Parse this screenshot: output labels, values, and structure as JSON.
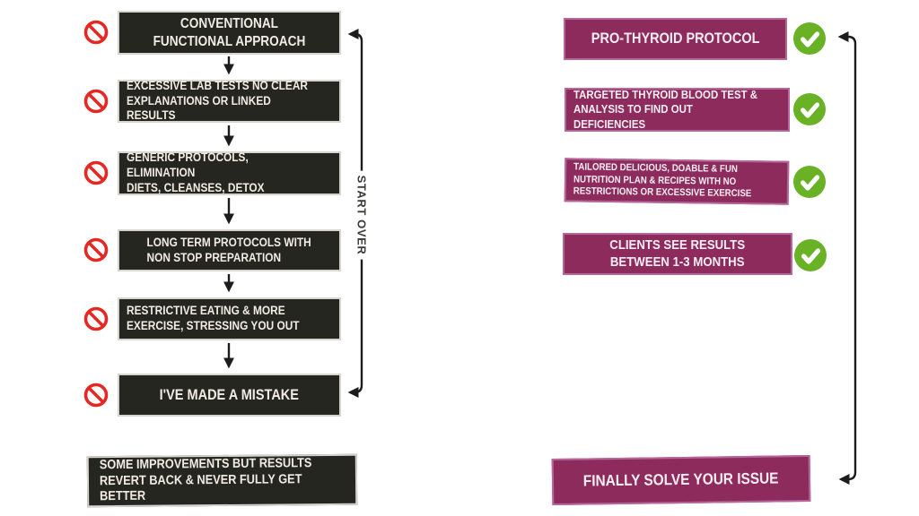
{
  "colors": {
    "dark_box": "#262621",
    "dark_box_border": "#d6d4cd",
    "dark_text": "#f0ece4",
    "purple_box": "#8e2b5d",
    "purple_box_border": "#b5679a",
    "purple_text": "#f6eef3",
    "check_green": "#69b226",
    "prohibit_red": "#e42823",
    "arrow": "#1c1c1c",
    "loop_label_color": "#3a3a38"
  },
  "icons": {
    "left_step_marker": "prohibition-icon",
    "right_step_marker": "check-circle-icon"
  },
  "left": {
    "loop_label": "START OVER",
    "steps": [
      {
        "text": "CONVENTIONAL\nFUNCTIONAL APPROACH"
      },
      {
        "text": "EXCESSIVE LAB TESTS NO CLEAR\nEXPLANATIONS OR LINKED RESULTS"
      },
      {
        "text": "GENERIC PROTOCOLS, ELIMINATION\nDIETS, CLEANSES, DETOX"
      },
      {
        "text": "LONG TERM PROTOCOLS WITH\nNON STOP PREPARATION"
      },
      {
        "text": "RESTRICTIVE EATING & MORE\nEXERCISE, STRESSING YOU OUT"
      },
      {
        "text": "I'VE MADE A MISTAKE"
      }
    ],
    "outcome": "SOME IMPROVEMENTS BUT RESULTS\nREVERT BACK & NEVER FULLY GET BETTER"
  },
  "right": {
    "steps": [
      {
        "text": "PRO-THYROID PROTOCOL"
      },
      {
        "text": "TARGETED THYROID BLOOD TEST &\nANALYSIS TO FIND OUT DEFICIENCIES"
      },
      {
        "text": "TAILORED DELICIOUS, DOABLE & FUN\nNUTRITION PLAN & RECIPES WITH NO\nRESTRICTIONS OR EXCESSIVE EXERCISE"
      },
      {
        "text": "CLIENTS SEE RESULTS\nBETWEEN 1-3 MONTHS"
      }
    ],
    "outcome": "FINALLY SOLVE YOUR ISSUE"
  }
}
